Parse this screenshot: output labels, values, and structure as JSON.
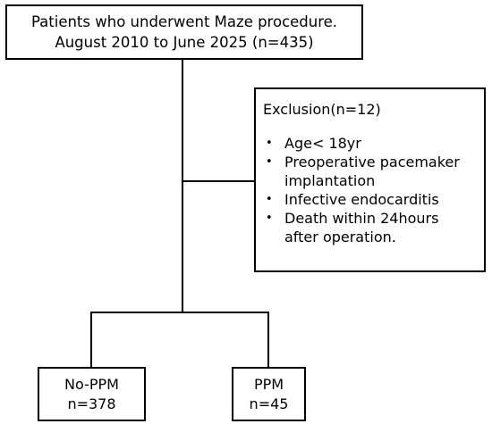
{
  "top": {
    "line1": "Patients who underwent Maze procedure.",
    "line2": "August 2010 to June 2025 (n=435)"
  },
  "exclusion": {
    "title": "Exclusion(n=12)",
    "items": [
      {
        "line1": "Age< 18yr",
        "line2": ""
      },
      {
        "line1": "Preoperative pacemaker",
        "line2": "implantation"
      },
      {
        "line1": "Infective endocarditis",
        "line2": ""
      },
      {
        "line1": "Death within 24hours",
        "line2": "after operation."
      }
    ]
  },
  "groups": [
    {
      "label": "No-PPM",
      "count": "n=378"
    },
    {
      "label": "PPM",
      "count": "n=45"
    }
  ]
}
